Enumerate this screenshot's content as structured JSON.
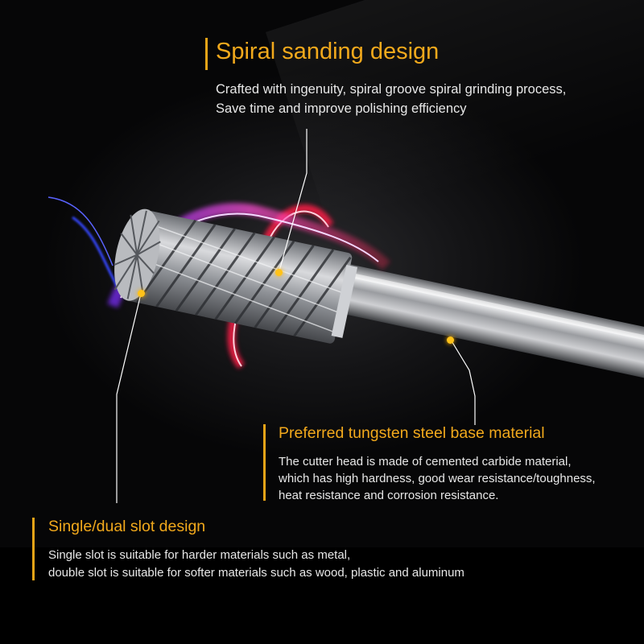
{
  "colors": {
    "accent": "#f2a91c",
    "dot": "#ffc21a",
    "text": "#e8e8e8",
    "background": "#050505"
  },
  "callouts": [
    {
      "title": "Spiral sanding design",
      "lines": [
        "Crafted with ingenuity, spiral groove spiral grinding process,",
        "Save time and improve polishing efficiency"
      ]
    },
    {
      "title": "Preferred tungsten steel base material",
      "lines": [
        "The cutter head is made of cemented carbide material,",
        "which has high hardness, good wear resistance/toughness,",
        "heat resistance and corrosion resistance."
      ]
    },
    {
      "title": "Single/dual slot design",
      "lines": [
        "Single slot is suitable for harder materials such as metal,",
        "double slot is suitable for softer materials such as wood, plastic and aluminum"
      ]
    }
  ]
}
